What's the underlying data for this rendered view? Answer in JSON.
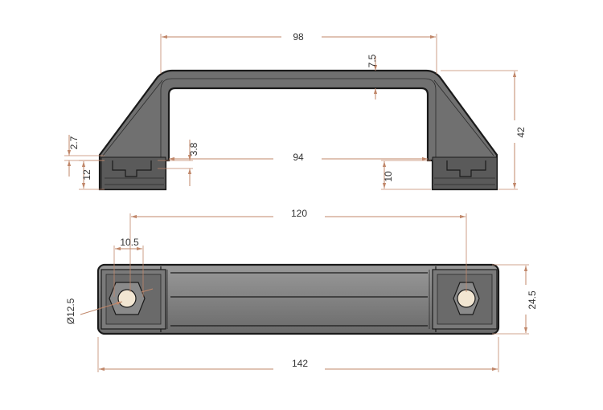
{
  "figure": {
    "side_view": {
      "dimensions": {
        "width_top": "98",
        "wall_thickness": "7.5",
        "height_total": "42",
        "inner_span": "94",
        "foot_thickness": "3.8",
        "foot_step": "2.7",
        "foot_height": "12",
        "foot_depth": "10"
      }
    },
    "top_view": {
      "dimensions": {
        "hole_spacing": "120",
        "hex_width": "10.5",
        "bore_diameter": "Ø12.5",
        "overall_width": "24.5",
        "overall_length": "142"
      }
    },
    "colors": {
      "dimension_line": "#c0876a",
      "body_fill": "#707070",
      "outline": "#1a1a1a",
      "bore_fill": "#f2e6d2"
    }
  }
}
